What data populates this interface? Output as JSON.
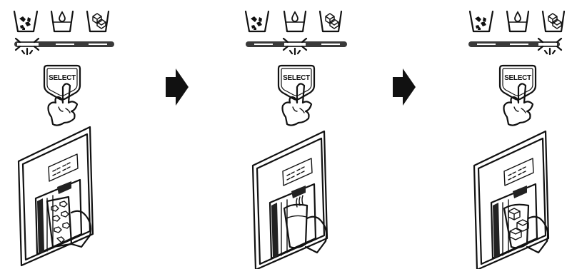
{
  "button_label": "SELECT",
  "panels": [
    {
      "active_mode": "crushed",
      "dispensing": "crushed-ice"
    },
    {
      "active_mode": "water",
      "dispensing": "water"
    },
    {
      "active_mode": "cubed",
      "dispensing": "cubed-ice"
    }
  ],
  "colors": {
    "ink": "#111111",
    "bar": "#3a3a3a",
    "bar_highlight": "#ffffff"
  }
}
